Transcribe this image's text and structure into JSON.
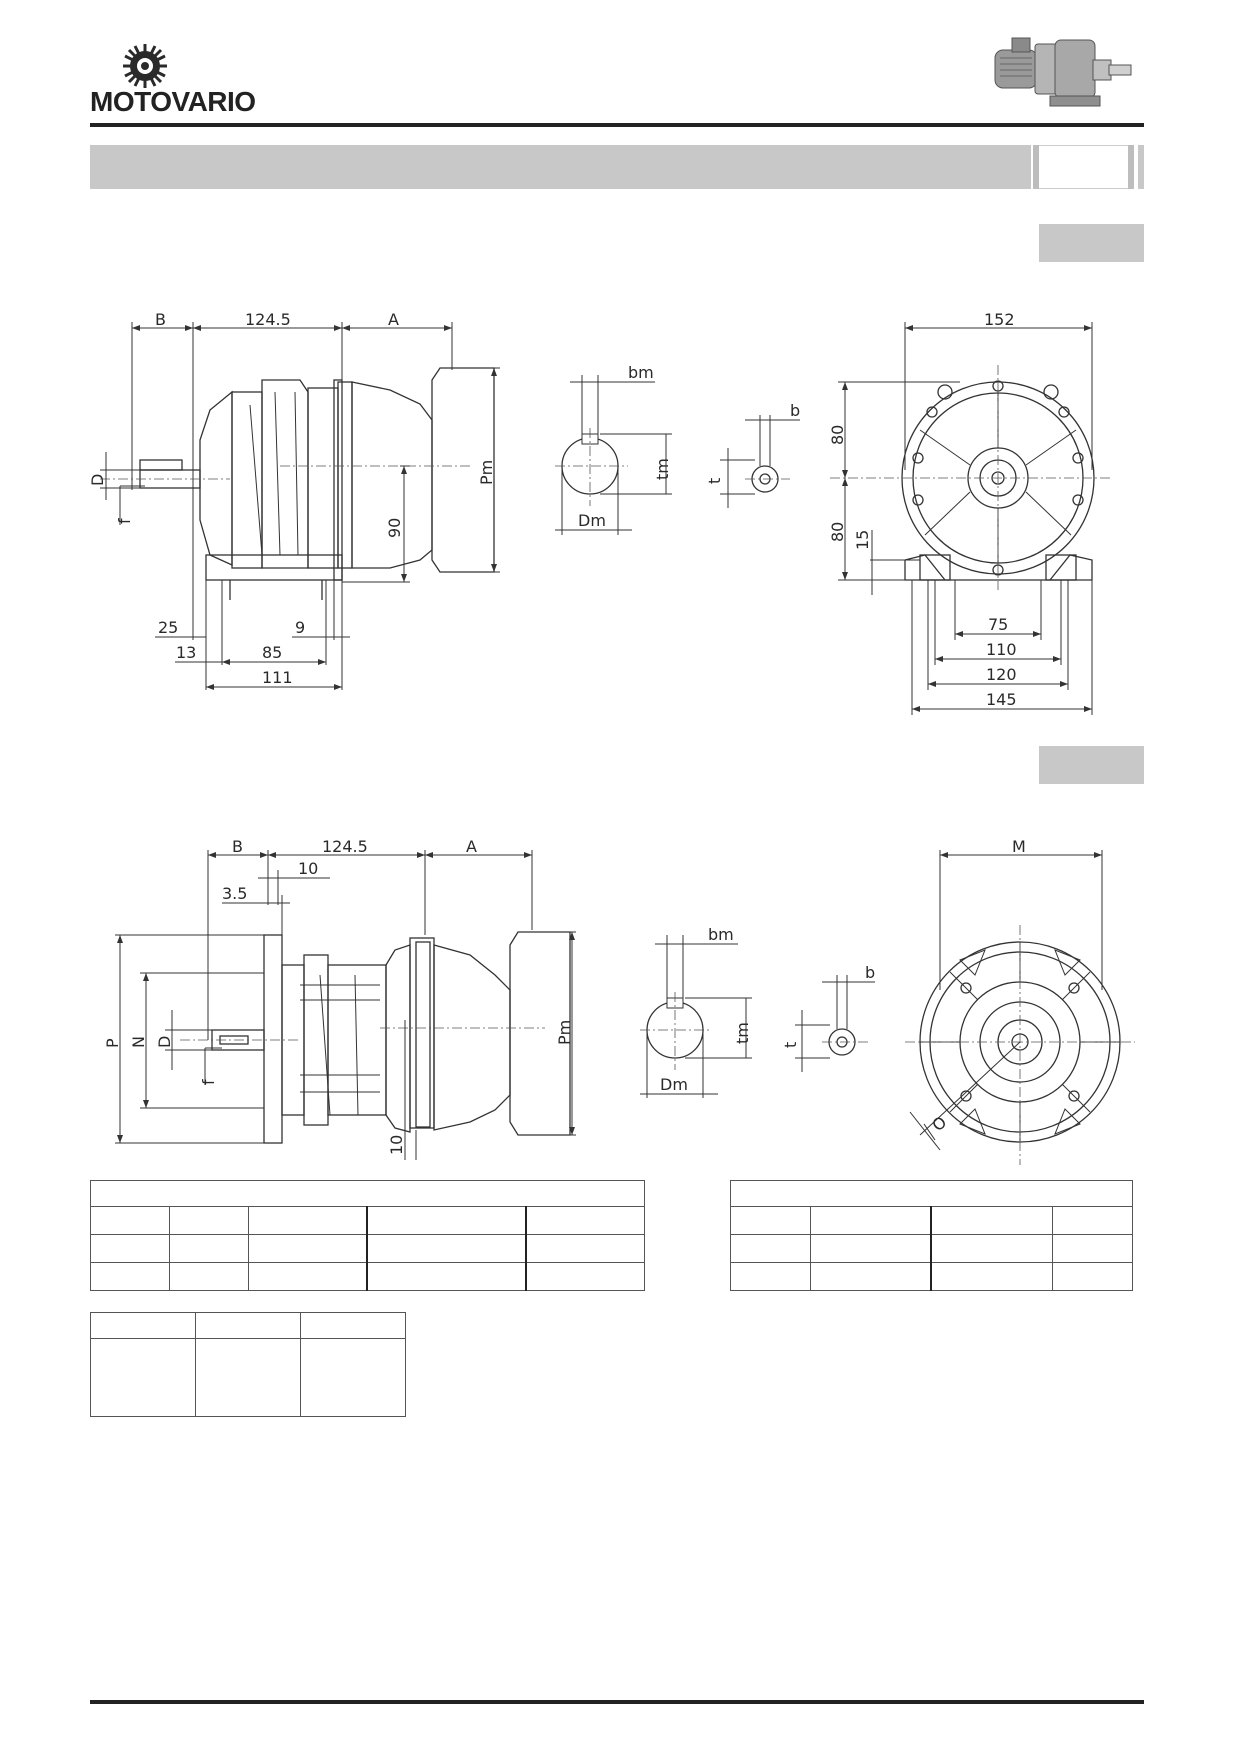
{
  "brand": {
    "name": "MOTOVARIO"
  },
  "icons": {
    "logo": "gear-logo-icon",
    "product": "gearmotor-illustration-icon"
  },
  "colors": {
    "band": "#c8c8c8",
    "rule": "#222222",
    "line": "#333333"
  },
  "drawing1": {
    "dims_top": [
      "B",
      "124.5",
      "A"
    ],
    "dims_left": [
      "D",
      "f"
    ],
    "dims_right": [
      "Pm",
      "90"
    ],
    "dims_bottom": [
      "25",
      "9",
      "13",
      "85",
      "111"
    ],
    "shaft_motor": {
      "bm": "bm",
      "tm": "tm",
      "Dm": "Dm"
    },
    "shaft_output": {
      "b": "b",
      "t": "t"
    },
    "end_view": {
      "width_top": "152",
      "heights": [
        "80",
        "80",
        "15"
      ],
      "widths_bottom": [
        "75",
        "110",
        "120",
        "145"
      ]
    }
  },
  "drawing2": {
    "dims_top": [
      "B",
      "124.5",
      "A",
      "10",
      "3.5"
    ],
    "dims_left": [
      "P",
      "N",
      "D",
      "f"
    ],
    "dims_right": [
      "Pm",
      "10"
    ],
    "shaft_motor": {
      "bm": "bm",
      "tm": "tm",
      "Dm": "Dm"
    },
    "shaft_output": {
      "b": "b",
      "t": "t"
    },
    "end_view": {
      "width_top": "M",
      "hole": "O"
    }
  }
}
